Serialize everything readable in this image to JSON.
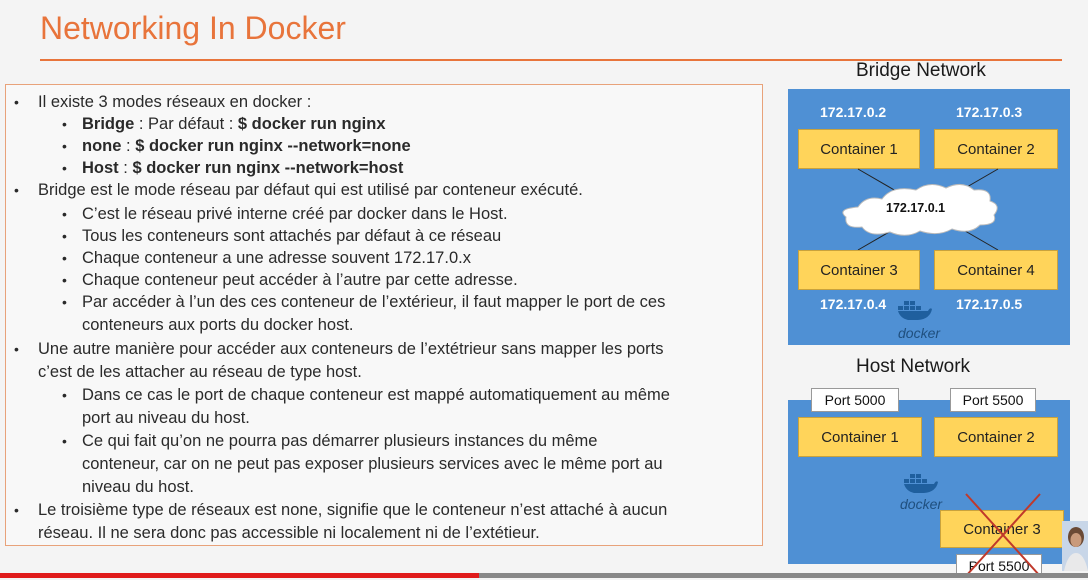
{
  "slide": {
    "title": "Networking In Docker"
  },
  "text": {
    "l1": "Il existe 3 modes réseaux en docker :",
    "l2_bold": "Bridge",
    "l2_mid": " : Par défaut  : ",
    "l2_cmd": "$ docker run nginx",
    "l3_bold": "none",
    "l3_mid": " : ",
    "l3_cmd": "$ docker run nginx --network=none",
    "l4_bold": "Host",
    "l4_mid": " : ",
    "l4_cmd": "$ docker run nginx --network=host",
    "l5": "Bridge est le mode réseau par défaut qui est utilisé par conteneur exécuté.",
    "l6": "C’est le réseau privé interne créé par docker dans le Host.",
    "l7": "Tous les conteneurs sont attachés par défaut à ce réseau",
    "l8": "Chaque conteneur a une adresse souvent 172.17.0.x",
    "l9": "Chaque conteneur peut accéder à l’autre par cette adresse.",
    "l10": "Par accéder  à l’un des ces conteneur de l’extérieur, il faut mapper le port de ces",
    "l11": "conteneurs aux ports du docker host.",
    "l12": " Une autre manière pour accéder aux conteneurs de l’extétrieur sans mapper les ports",
    "l13": "c’est de les attacher au réseau de type host.",
    "l14": "Dans ce cas le port de chaque conteneur est mappé automatiquement au même",
    "l15": "port au niveau du host.",
    "l16": "Ce qui fait qu’on ne pourra pas démarrer plusieurs instances du même",
    "l17": "conteneur, car on ne peut pas exposer plusieurs services avec le même port au",
    "l18": "niveau du host.",
    "l19": "Le troisième type de réseaux est none, signifie que le conteneur n’est attaché à aucun",
    "l20": "réseau. Il ne sera donc pas accessible ni localement ni de l’extétieur."
  },
  "bridge": {
    "title": "Bridge Network",
    "ip1": "172.17.0.2",
    "ip2": "172.17.0.3",
    "ip3": "172.17.0.4",
    "ip4": "172.17.0.5",
    "c1": "Container 1",
    "c2": "Container 2",
    "c3": "Container 3",
    "c4": "Container 4",
    "gateway": "172.17.0.1",
    "logo": "docker"
  },
  "host": {
    "title": "Host Network",
    "port1": "Port 5000",
    "port2": "Port 5500",
    "port3": "Port 5500",
    "c1": "Container 1",
    "c2": "Container 2",
    "c3": "Container 3",
    "logo": "docker"
  },
  "video": {
    "progress": 0.44
  },
  "colors": {
    "accent": "#e8743b",
    "network_blue": "#4f90d4",
    "container_yellow": "#ffd45a",
    "cross_red": "#c0392b",
    "progress_red": "#e01b1b"
  },
  "icons": [
    "docker-whale-icon",
    "red-x-icon",
    "presenter-avatar"
  ]
}
